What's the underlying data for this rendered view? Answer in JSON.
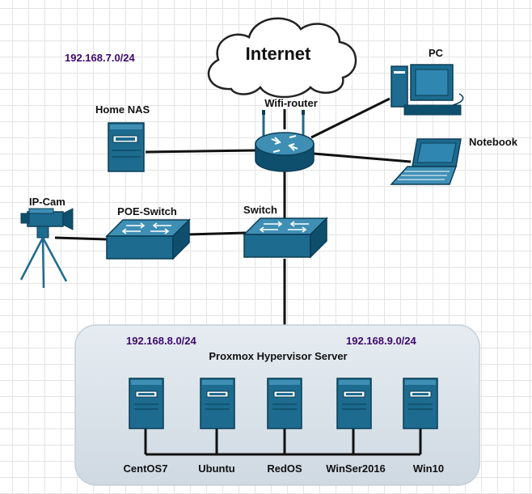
{
  "diagram": {
    "cloud_label": "Internet",
    "nodes": {
      "router": "Wifi-router",
      "pc": "PC",
      "notebook": "Notebook",
      "nas": "Home NAS",
      "ipcam": "IP-Cam",
      "poe_switch": "POE-Switch",
      "switch": "Switch"
    },
    "subnets": {
      "home": "192.168.7.0/24",
      "vm_a": "192.168.8.0/24",
      "vm_b": "192.168.9.0/24"
    },
    "hypervisor": {
      "title": "Proxmox Hypervisor Server",
      "vms": [
        "CentOS7",
        "Ubuntu",
        "RedOS",
        "WinSer2016",
        "Win10"
      ]
    },
    "colors": {
      "device": "#1d6b8f",
      "device_dark": "#0b3d55",
      "subnet_text": "#3d0a6b",
      "hypervisor_fill": "#d9e2ea",
      "grid": "#e4e4e4"
    }
  }
}
